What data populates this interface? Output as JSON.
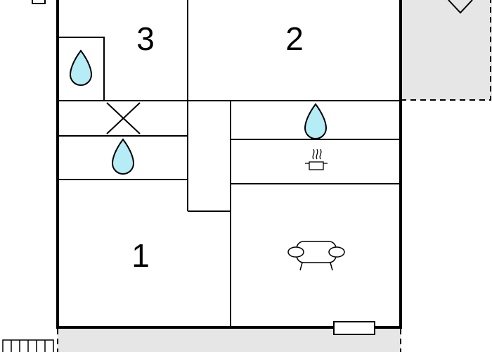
{
  "floor_plan": {
    "rooms": [
      {
        "id": "room-1",
        "label": "1"
      },
      {
        "id": "room-2",
        "label": "2"
      },
      {
        "id": "room-3",
        "label": "3"
      }
    ],
    "symbols": [
      {
        "type": "water-drop-icon",
        "count": 3
      },
      {
        "type": "stairwell-cross-icon",
        "count": 1
      },
      {
        "type": "cooking-pot-icon",
        "count": 1
      },
      {
        "type": "sofa-icon",
        "count": 1
      },
      {
        "type": "stairs-icon",
        "count": 1
      }
    ],
    "colors": {
      "wall": "#000000",
      "water": "#b5ecf5",
      "terrace": "#e6e6e6"
    }
  }
}
